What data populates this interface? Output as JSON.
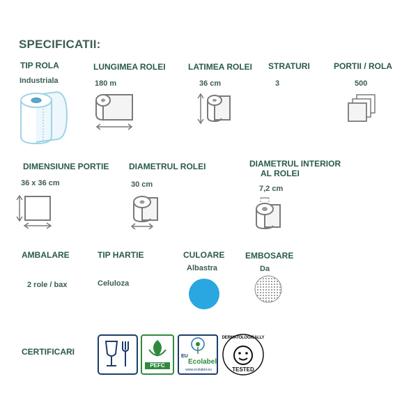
{
  "title": "SPECIFICATII:",
  "specs": {
    "tip_rola": {
      "label": "TIP ROLA",
      "value": "Industriala"
    },
    "lungime": {
      "label": "LUNGIMEA ROLEI",
      "value": "180 m"
    },
    "latime": {
      "label": "LATIMEA ROLEI",
      "value": "36 cm"
    },
    "straturi": {
      "label": "STRATURI",
      "value": "3"
    },
    "portii": {
      "label": "PORTII / ROLA",
      "value": "500"
    },
    "dimensiune": {
      "label": "DIMENSIUNE PORTIE",
      "value": "36 x 36 cm"
    },
    "diametru": {
      "label": "DIAMETRUL ROLEI",
      "value": "30 cm"
    },
    "diametru_interior": {
      "label_line1": "DIAMETRUL INTERIOR",
      "label_line2": "AL ROLEI",
      "value": "7,2 cm"
    },
    "ambalare": {
      "label": "AMBALARE",
      "value": "2 role / bax"
    },
    "tip_hartie": {
      "label": "TIP HARTIE",
      "value": "Celuloza"
    },
    "culoare": {
      "label": "CULOARE",
      "value": "Albastra",
      "color": "#2aa6e0"
    },
    "embosare": {
      "label": "EMBOSARE",
      "value": "Da"
    }
  },
  "certificari": {
    "label": "CERTIFICARI",
    "badges": {
      "pefc": "PEFC",
      "ecolabel_eu": "EU",
      "ecolabel": "Ecolabel",
      "ecolabel_url": "www.ecolabel.eu",
      "derma_top": "DERMATOLOGICALLY",
      "derma_bottom": "TESTED"
    }
  },
  "colors": {
    "heading": "#3d5f53",
    "label": "#2a5a49",
    "icon_stroke": "#6b6b6b",
    "roll_blue": "#9fd3e6"
  }
}
